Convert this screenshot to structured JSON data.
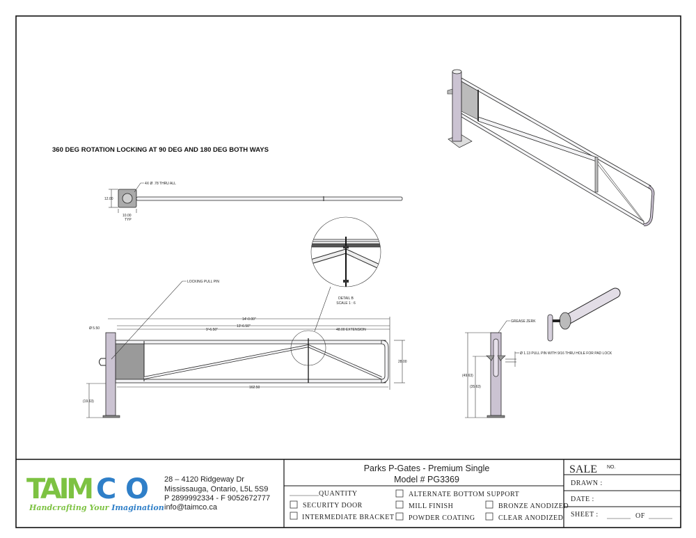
{
  "drawing": {
    "header_note": "360 DEG ROTATION LOCKING AT 90 DEG AND 180 DEG BOTH WAYS",
    "top_view": {
      "hole_callout": "4X Ø .78 THRU ALL",
      "dim_height": "12.00",
      "dim_width": "10.00",
      "dim_width_note": "TYP"
    },
    "front_view": {
      "locking_pin_label": "LOCKING PULL PIN",
      "dim_overall": "14'-0.00\"",
      "dim_gate": "13'-6.50\"",
      "dim_fixed": "9'-6.50\"",
      "dim_extension": "48.00 EXTENSION",
      "dim_post_dia": "Ø 5.50",
      "dim_gate_height": "28.00",
      "dim_rail_length": "162.50",
      "dim_ground": "(19.63)"
    },
    "detail": {
      "title": "DETAIL B",
      "scale": "SCALE 1 : 6"
    },
    "side_view": {
      "grease_label": "GREASE ZERK",
      "pin_label": "Ø 1.13 PULL PIN WITH 9/16 THRU HOLE FOR PAD LOCK",
      "dim_overall": "(49.63)",
      "dim_pin": "(35.63)"
    }
  },
  "title_block": {
    "company": {
      "logo_text": "TAIMCO",
      "tagline": "Handcrafting Your Imagination",
      "colors": {
        "green": "#7dc242",
        "blue": "#2f7fc8"
      },
      "address_line1": "28 – 4120 Ridgeway Dr",
      "address_line2": "Mississauga, Ontario, L5L 5S9",
      "phone": "P 2899992334 - F 9052672777",
      "email": "info@taimco.ca"
    },
    "product_title": "Parks P-Gates - Premium Single",
    "model": "Model # PG3369",
    "quantity_label": "QUANTITY",
    "options": [
      {
        "label": "SECURITY DOOR",
        "checked": false
      },
      {
        "label": "INTERMEDIATE BRACKET",
        "checked": false
      },
      {
        "label": "ALTERNATE BOTTOM SUPPORT",
        "checked": false
      },
      {
        "label": "MILL FINISH",
        "checked": false
      },
      {
        "label": "POWDER COATING",
        "checked": false
      },
      {
        "label": "BRONZE ANODIZED",
        "checked": false
      },
      {
        "label": "CLEAR ANODIZED",
        "checked": false
      }
    ],
    "sale_label": "SALE",
    "sale_no": "NO.",
    "drawn_label": "DRAWN :",
    "date_label": "DATE :",
    "sheet_label": "SHEET :",
    "of_label": "OF"
  }
}
